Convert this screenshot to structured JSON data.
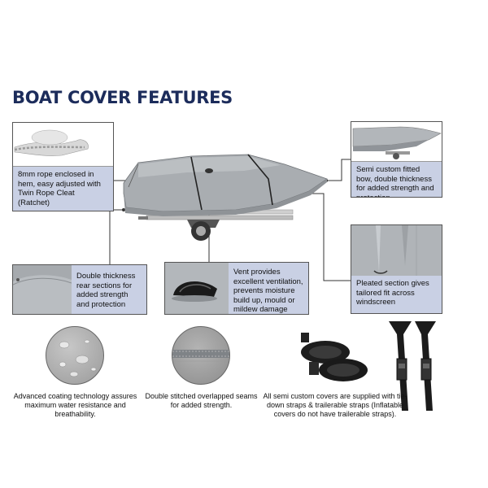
{
  "title": "BOAT COVER FEATURES",
  "features": {
    "rope": "8mm rope enclosed in hem, easy adjusted with Twin Rope Cleat (Ratchet)",
    "bow": "Semi custom fitted bow, double thickness for added strength and protection",
    "rear": "Double thickness rear sections for added strength and protection",
    "vent": "Vent provides excellent ventilation, prevents moisture build up, mould or mildew damage",
    "pleat": "Pleated section gives tailored fit across windscreen"
  },
  "captions": {
    "coating": "Advanced coating technology assures maximum water resistance and breathability.",
    "seam": "Double stitched overlapped seams for added strength.",
    "straps": "All semi custom covers are supplied with tie-down straps & trailerable straps (Inflatable covers do not have trailerable straps)."
  },
  "colors": {
    "title": "#1c2c5b",
    "box_bg": "#c9d0e4",
    "cover_grey": "#a9adb1"
  },
  "icons": [
    "boat-cover-illustration",
    "rope-photo",
    "bow-photo",
    "rear-photo",
    "vent-photo",
    "pleat-photo",
    "water-droplets-photo",
    "seam-photo",
    "tie-down-straps-photo",
    "trailerable-straps-photo"
  ]
}
